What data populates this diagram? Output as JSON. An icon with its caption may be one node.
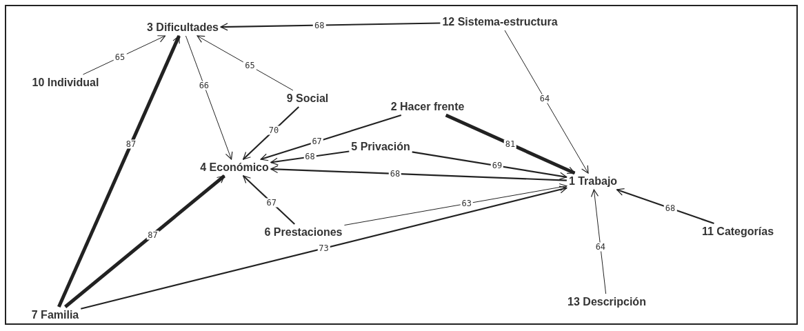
{
  "diagram": {
    "nodes": [
      {
        "text": [
          "3 Dificultades"
        ]
      },
      {
        "text": [
          "12 Sistema-estructura"
        ]
      },
      {
        "text": [
          "10 Individual"
        ]
      },
      {
        "text": [
          "9 Social"
        ]
      },
      {
        "text": [
          "2 Hacer frente"
        ]
      },
      {
        "text": [
          "5 Privación"
        ]
      },
      {
        "text": [
          "4 Económico"
        ]
      },
      {
        "text": [
          "1 Trabajo"
        ]
      },
      {
        "text": [
          "6 Prestaciones"
        ]
      },
      {
        "text": [
          "11 Categorías"
        ]
      },
      {
        "text": [
          "13 Descripción"
        ]
      },
      {
        "text": [
          "7 Familia"
        ]
      }
    ],
    "edges": [
      {
        "from": 1,
        "to": 0,
        "arrow": "to",
        "label": "68"
      },
      {
        "from": 2,
        "to": 0,
        "arrow": "to",
        "label": "65"
      },
      {
        "from": 11,
        "to": 0,
        "arrow": "to",
        "label": "87",
        "style": "thick"
      },
      {
        "from": 0,
        "to": 6,
        "arrow": "to",
        "label": "66"
      },
      {
        "from": 3,
        "to": 0,
        "arrow": "to",
        "label": "65"
      },
      {
        "from": 3,
        "to": 6,
        "arrow": "to",
        "label": "70"
      },
      {
        "from": 4,
        "to": 6,
        "arrow": "to",
        "label": "67"
      },
      {
        "from": 5,
        "to": 6,
        "arrow": "to",
        "label": "68"
      },
      {
        "from": 7,
        "to": 6,
        "arrow": "to",
        "label": "68"
      },
      {
        "from": 4,
        "to": 7,
        "arrow": "to",
        "label": "81",
        "style": "thick"
      },
      {
        "from": 5,
        "to": 7,
        "arrow": "to",
        "label": "69"
      },
      {
        "from": 1,
        "to": 7,
        "arrow": "to",
        "label": "64"
      },
      {
        "from": 8,
        "to": 7,
        "arrow": "to",
        "label": "63"
      },
      {
        "from": 11,
        "to": 7,
        "arrow": "to",
        "label": "73"
      },
      {
        "from": 8,
        "to": 6,
        "arrow": "to",
        "label": "67"
      },
      {
        "from": 11,
        "to": 6,
        "arrow": "to",
        "label": "87",
        "style": "thick"
      },
      {
        "from": 9,
        "to": 7,
        "arrow": "to",
        "label": "68"
      },
      {
        "from": 10,
        "to": 7,
        "arrow": "to",
        "label": "64"
      }
    ]
  }
}
